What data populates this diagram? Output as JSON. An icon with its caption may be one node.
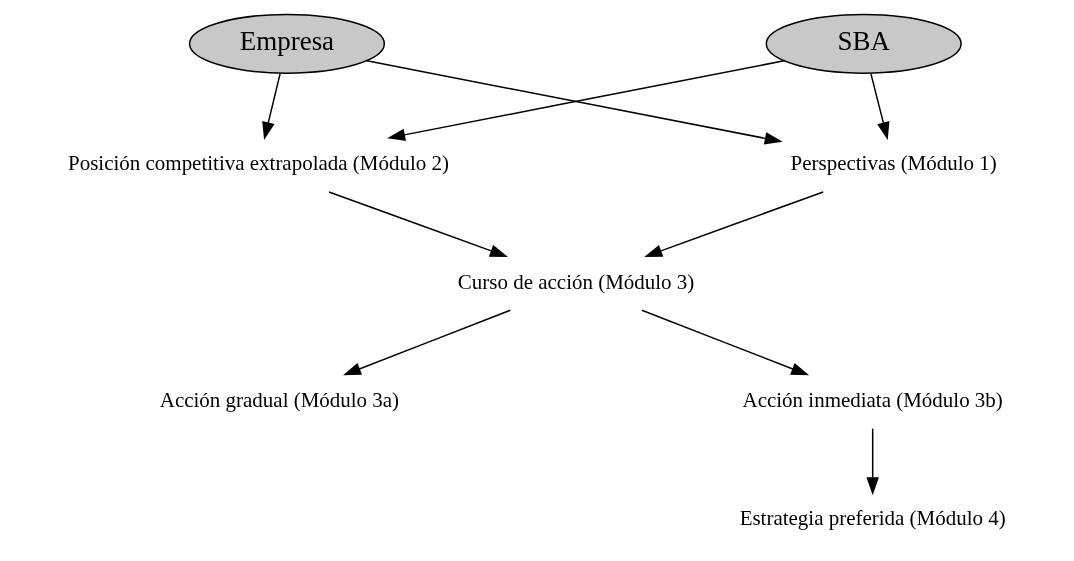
{
  "diagram": {
    "nodes": [
      {
        "text": [
          "Empresa"
        ]
      },
      {
        "text": [
          "SBA"
        ]
      },
      {
        "text": [
          "Posición competitiva extrapolada (Módulo 2)"
        ]
      },
      {
        "text": [
          "Perspectivas (Módulo 1)"
        ]
      },
      {
        "text": [
          "Curso de acción (Módulo 3)"
        ]
      },
      {
        "text": [
          "Acción gradual (Módulo 3a)"
        ]
      },
      {
        "text": [
          "Acción inmediata (Módulo 3b)"
        ]
      },
      {
        "text": [
          "Estrategia preferida (Módulo 4)"
        ]
      }
    ],
    "edges": [
      {
        "from": 0,
        "to": 2,
        "arrow": "to"
      },
      {
        "from": 0,
        "to": 3,
        "arrow": "to"
      },
      {
        "from": 1,
        "to": 2,
        "arrow": "to"
      },
      {
        "from": 1,
        "to": 3,
        "arrow": "to"
      },
      {
        "from": 2,
        "to": 4,
        "arrow": "to"
      },
      {
        "from": 3,
        "to": 4,
        "arrow": "to"
      },
      {
        "from": 4,
        "to": 5,
        "arrow": "to"
      },
      {
        "from": 4,
        "to": 6,
        "arrow": "to"
      },
      {
        "from": 6,
        "to": 7,
        "arrow": "to"
      }
    ]
  }
}
